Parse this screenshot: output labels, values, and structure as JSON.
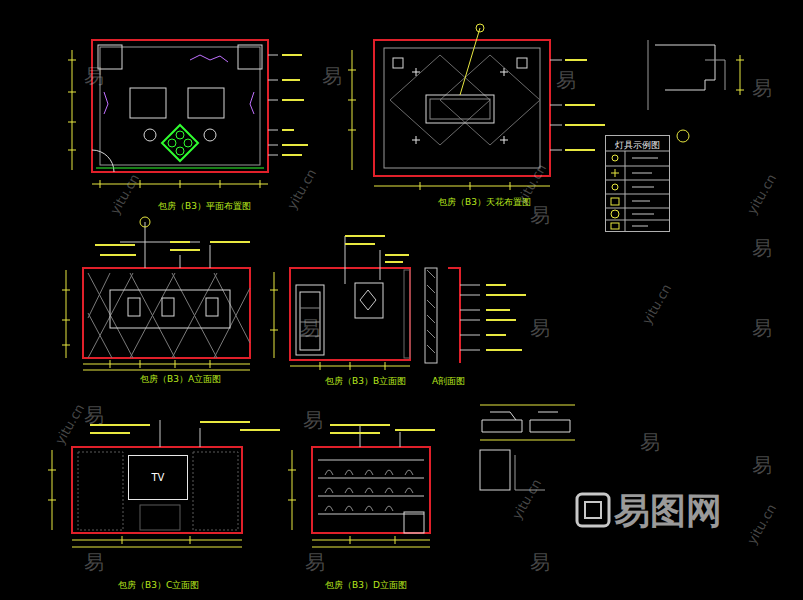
{
  "diagram": {
    "nodes": [
      {
        "text": [
          "灯具示例图"
        ]
      },
      {
        "text": [
          "TV"
        ]
      }
    ],
    "labels": [
      "包房（B3）平面布置图",
      "包房（B3）天花布置图",
      "包房（B3）A立面图",
      "包房（B3）B立面图",
      "A剖面图",
      "包房（B3）C立面图",
      "包房（B3）D立面图",
      "易",
      "易",
      "易",
      "易",
      "易",
      "易",
      "易",
      "易",
      "易",
      "易",
      "易",
      "易",
      "易",
      "易",
      "易",
      "易",
      "yitu.cn",
      "yitu.cn",
      "yitu.cn",
      "yitu.cn",
      "yitu.cn",
      "yitu.cn",
      "yitu.cn",
      "yitu.cn",
      "易图网"
    ]
  }
}
